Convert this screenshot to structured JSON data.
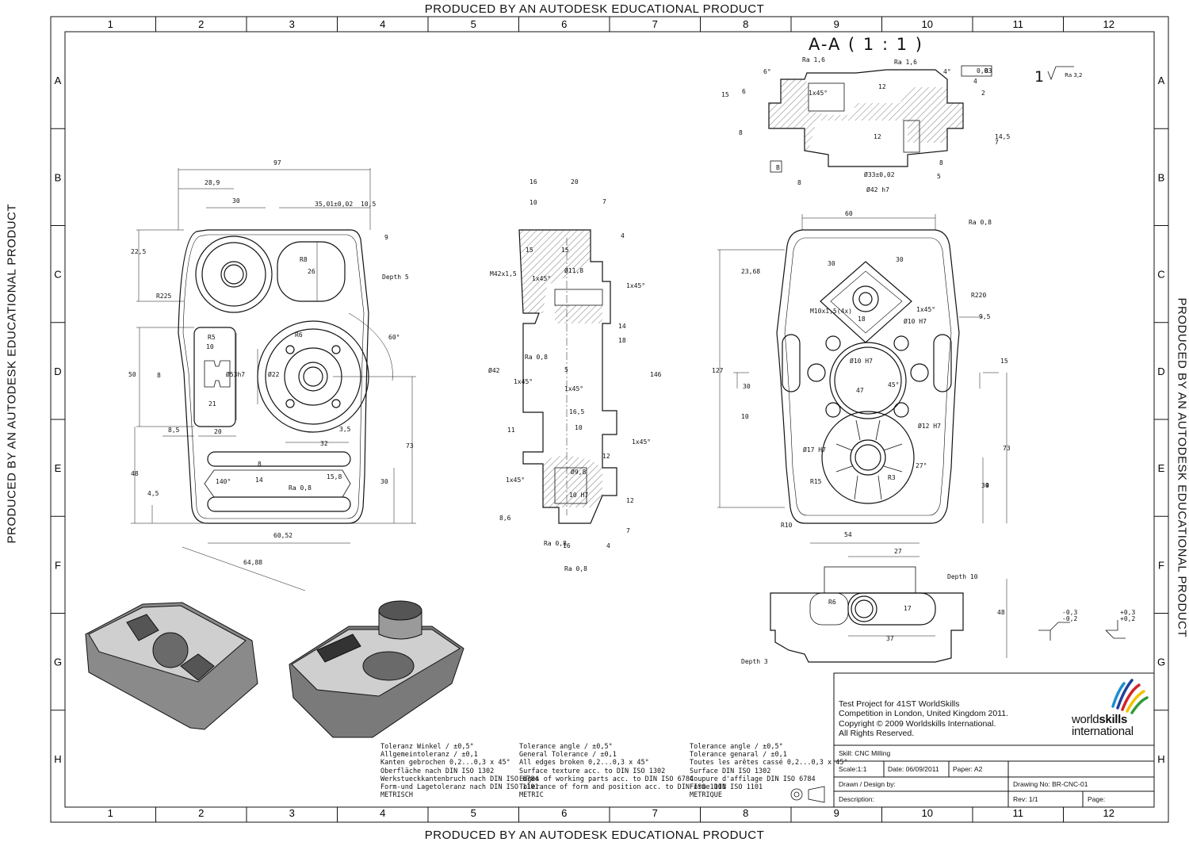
{
  "watermark": "PRODUCED BY AN AUTODESK EDUCATIONAL PRODUCT",
  "zones": {
    "columns": [
      "1",
      "2",
      "3",
      "4",
      "5",
      "6",
      "7",
      "8",
      "9",
      "10",
      "11",
      "12"
    ],
    "rows": [
      "A",
      "B",
      "C",
      "D",
      "E",
      "F",
      "G",
      "H"
    ]
  },
  "section_title": "A-A ( 1 : 1 )",
  "surface_symbol": {
    "prefix": "1",
    "value": "Ra 3,2"
  },
  "dimensions": {
    "top_view": [
      "97",
      "28,9",
      "30",
      "35,01±0,02",
      "10,5",
      "22,5",
      "9",
      "26",
      "R8",
      "Depth 5",
      "R225",
      "R5",
      "10",
      "50",
      "8",
      "21",
      "8,5",
      "20",
      "32",
      "3,5",
      "R6",
      "Ø22",
      "Ø53h7",
      "60°",
      "73",
      "48",
      "4,5",
      "14",
      "8",
      "15,8",
      "Ra 0,8",
      "30",
      "140°",
      "60,52",
      "64,88"
    ],
    "side_view": [
      "16",
      "20",
      "10",
      "7",
      "4",
      "15",
      "15",
      "M42x1,5",
      "1x45°",
      "Ø11,8",
      "1x45°",
      "14",
      "18",
      "146",
      "Ra 0,8",
      "Ø42",
      "1x45°",
      "5",
      "1x45°",
      "16,5",
      "11",
      "10",
      "1x45°",
      "12",
      "Ø9,8",
      "10 H7",
      "1x45°",
      "12",
      "8,6",
      "16",
      "4",
      "7",
      "Ra 0,8",
      "Ra 0,8"
    ],
    "right_view": [
      "60",
      "Ra 0,8",
      "23,68",
      "30",
      "30",
      "M10x1,5(4x)",
      "18",
      "Ø10 H7",
      "1x45°",
      "R220",
      "9,5",
      "127",
      "30",
      "Ø10 H7",
      "47",
      "45°",
      "15",
      "10",
      "Ø12 H7",
      "Ø17 H7",
      "R15",
      "R3",
      "27°",
      "73",
      "9",
      "34",
      "R10",
      "8"
    ],
    "section_view": [
      "Ra 1,6",
      "Ra 1,6",
      "0,03",
      "B",
      "6°",
      "4°",
      "15",
      "6",
      "12",
      "1x45°",
      "4",
      "2",
      "8",
      "12",
      "14,5",
      "7",
      "8",
      "Ø33±0,02",
      "5",
      "Ø42 h7",
      "B",
      "8"
    ],
    "front_view": [
      "54",
      "27",
      "Depth 10",
      "R6",
      "17",
      "48",
      "37",
      "Depth 3"
    ]
  },
  "tolerance_marks": [
    "-0,3",
    "-0,2",
    "+0,3",
    "+0,2"
  ],
  "notes": {
    "de": [
      "Toleranz Winkel / ±0,5°",
      "Allgemeintoleranz / ±0,1",
      "Kanten gebrochen 0,2...0,3 x 45°",
      "Oberfläche nach DIN ISO 1302",
      "Werkstueckkantenbruch nach DIN ISO 6784",
      "Form-und Lagetoleranz nach DIN ISO 1101",
      "METRISCH"
    ],
    "en": [
      "Tolerance angle / ±0,5°",
      "General Tolerance / ±0,1",
      "All edges broken 0,2...0,3 x 45°",
      "Surface texture acc. to DIN ISO 1302",
      "Edges of working parts acc. to DIN ISO 6784",
      "Tolerance of form and position acc. to DIN ISO 1101",
      "METRIC"
    ],
    "fr": [
      "Tolerance angle / ±0,5°",
      "Tolerance genaral / ±0,1",
      "Toutes les arêtes cassé 0,2...0,3 x 45°",
      "Surface DIN ISO 1302",
      "Coupure d'affilage DIN ISO 6784",
      "Forme DIN ISO 1101",
      "METRIQUE"
    ]
  },
  "title_block": {
    "title_lines": [
      "Test Project for 41ST WorldSkills",
      "Competition in London, United Kingdom 2011.",
      "Copyright © 2009 Worldskills International.",
      "All Rights Reserved."
    ],
    "logo_world": "world",
    "logo_skills": "skills",
    "logo_international": "international",
    "skill": "Skill: CNC Milling",
    "scale": "Scale:1:1",
    "date": "Date: 06/09/2011",
    "paper": "Paper: A2",
    "drawn": "Drawn / Design by:",
    "drawing_no": "Drawing No:  BR-CNC-01",
    "description": "Description:",
    "rev": "Rev:   1/1",
    "page": "Page:"
  },
  "colors": {
    "line": "#111111",
    "logo_blue": "#1f3f9a",
    "logo_red": "#d2232a",
    "logo_yellow": "#f2c200",
    "logo_green": "#2f9b3a",
    "shade": "#6e6e6e"
  }
}
